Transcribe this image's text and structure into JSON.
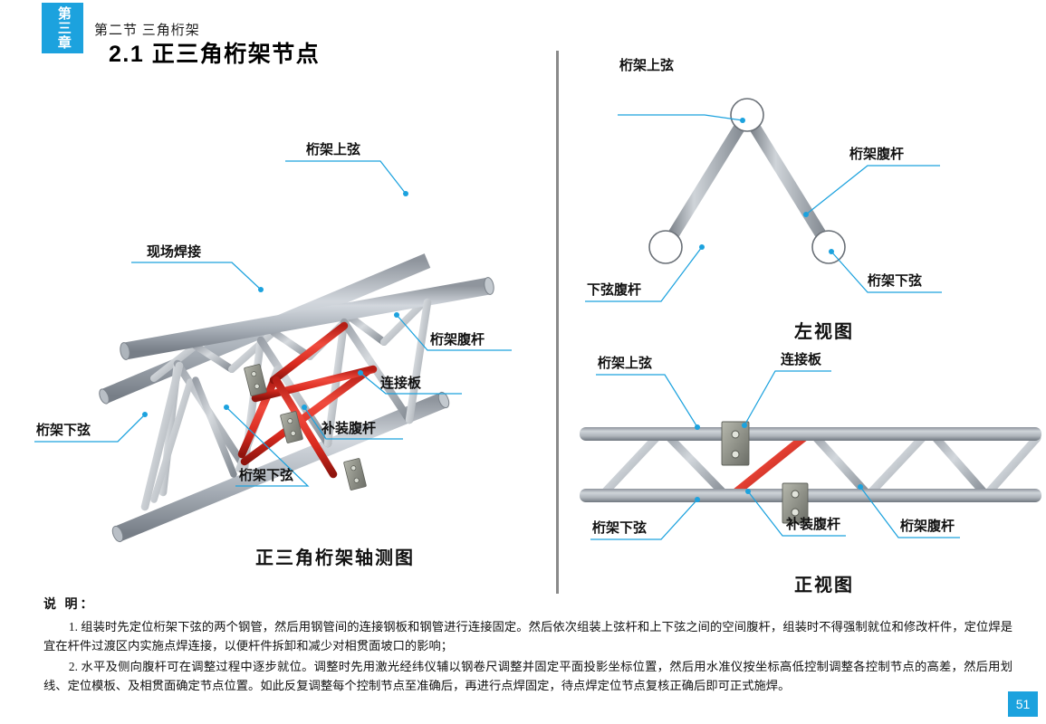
{
  "header": {
    "chapter_badge": "第三章",
    "section": "第二节 三角桁架",
    "title": "2.1 正三角桁架节点"
  },
  "figures": {
    "isometric": {
      "caption": "正三角桁架轴测图",
      "labels": {
        "upper_chord": "桁架上弦",
        "field_weld": "现场焊接",
        "web_member": "桁架腹杆",
        "gusset_plate": "连接板",
        "added_web_member": "补装腹杆",
        "lower_chord_left": "桁架下弦",
        "lower_chord_bottom": "桁架下弦"
      }
    },
    "left_view": {
      "caption": "左视图",
      "labels": {
        "upper_chord": "桁架上弦",
        "web_member": "桁架腹杆",
        "bottom_web_member": "下弦腹杆",
        "lower_chord": "桁架下弦"
      }
    },
    "front_view": {
      "caption": "正视图",
      "labels": {
        "upper_chord": "桁架上弦",
        "gusset_plate": "连接板",
        "lower_chord": "桁架下弦",
        "added_web_member": "补装腹杆",
        "web_member": "桁架腹杆"
      }
    }
  },
  "notes": {
    "title": "说 明：",
    "items": [
      "1. 组装时先定位桁架下弦的两个钢管，然后用钢管间的连接钢板和钢管进行连接固定。然后依次组装上弦杆和上下弦之间的空间腹杆，组装时不得强制就位和修改杆件，定位焊是宜在杆件过渡区内实施点焊连接，以便杆件拆卸和减少对相贯面坡口的影响；",
      "2. 水平及侧向腹杆可在调整过程中逐步就位。调整时先用激光经纬仪辅以钢卷尺调整并固定平面投影坐标位置，然后用水准仪按坐标高低控制调整各控制节点的高差，然后用划线、定位模板、及相贯面确定节点位置。如此反复调整每个控制节点至准确后，再进行点焊固定，待点焊定位节点复核正确后即可正式施焊。"
    ]
  },
  "page_number": "51",
  "colors": {
    "accent": "#1CA2DE",
    "steel_light": "#c6cbd2",
    "steel_mid": "#9aa1aa",
    "steel_dark": "#6d747d",
    "added_member_red": "#e03127",
    "plate_gray": "#8d8f86"
  }
}
